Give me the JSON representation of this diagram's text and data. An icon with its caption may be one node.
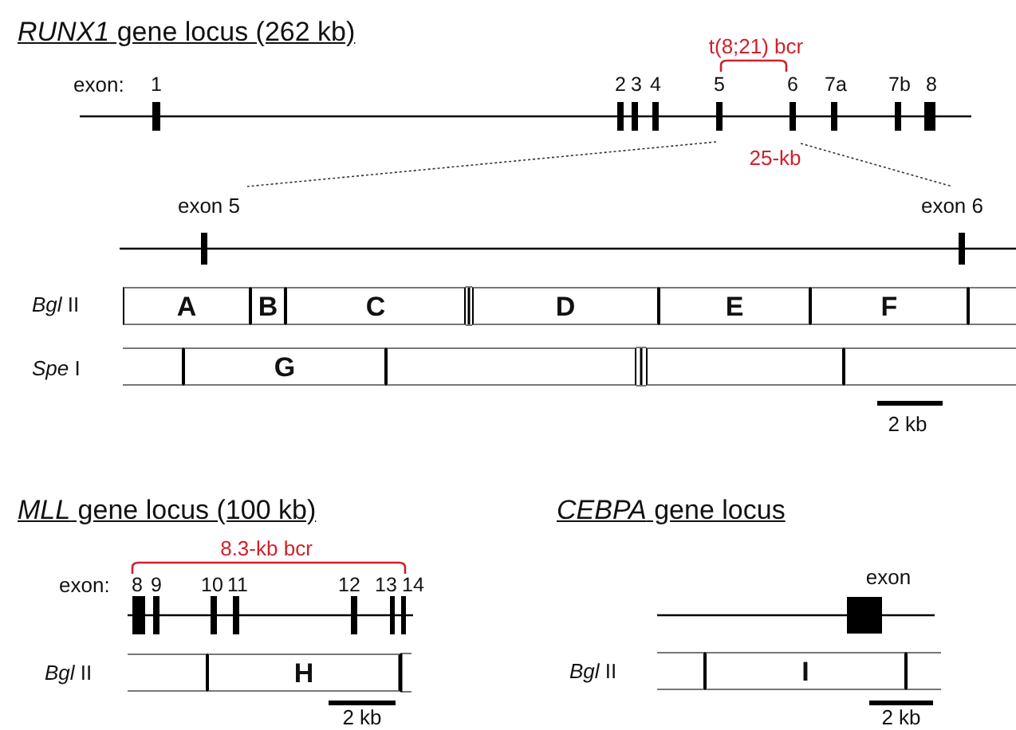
{
  "diagram": {
    "nodes": [
      {
        "text": [
          "A"
        ]
      },
      {
        "text": [
          "B"
        ]
      },
      {
        "text": [
          "C"
        ]
      },
      {
        "text": [
          "D"
        ]
      },
      {
        "text": [
          "E"
        ]
      },
      {
        "text": [
          "F"
        ]
      },
      {
        "text": [],
        "shape": "box"
      },
      {
        "text": [],
        "shape": "box"
      },
      {
        "text": [
          "G"
        ]
      },
      {
        "text": [],
        "shape": "box"
      },
      {
        "text": [],
        "shape": "box"
      },
      {
        "text": [],
        "shape": "box"
      },
      {
        "text": [],
        "shape": "box"
      },
      {
        "text": [
          "H"
        ]
      },
      {
        "text": [],
        "shape": "box"
      },
      {
        "text": [
          "I"
        ]
      },
      {
        "text": [],
        "shape": "box"
      }
    ],
    "labels": [
      "*RUNX1* gene locus (262 kb)",
      "t(8;21) bcr",
      "exon:",
      "1",
      "2",
      "3",
      "4",
      "5",
      "6",
      "7a",
      "7b",
      "8",
      "25-kb",
      "exon 5",
      "exon 6",
      "*Bgl* II",
      "*Spe* I",
      "2 kb",
      "*MLL* gene locus (100 kb)",
      "*CEBPA* gene locus",
      "8.3-kb bcr",
      "exon",
      "exon:",
      "8",
      "9",
      "10",
      "11",
      "12",
      "13",
      "14",
      "*Bgl* II",
      "*Bgl* II",
      "2 kb",
      "2 kb"
    ]
  }
}
